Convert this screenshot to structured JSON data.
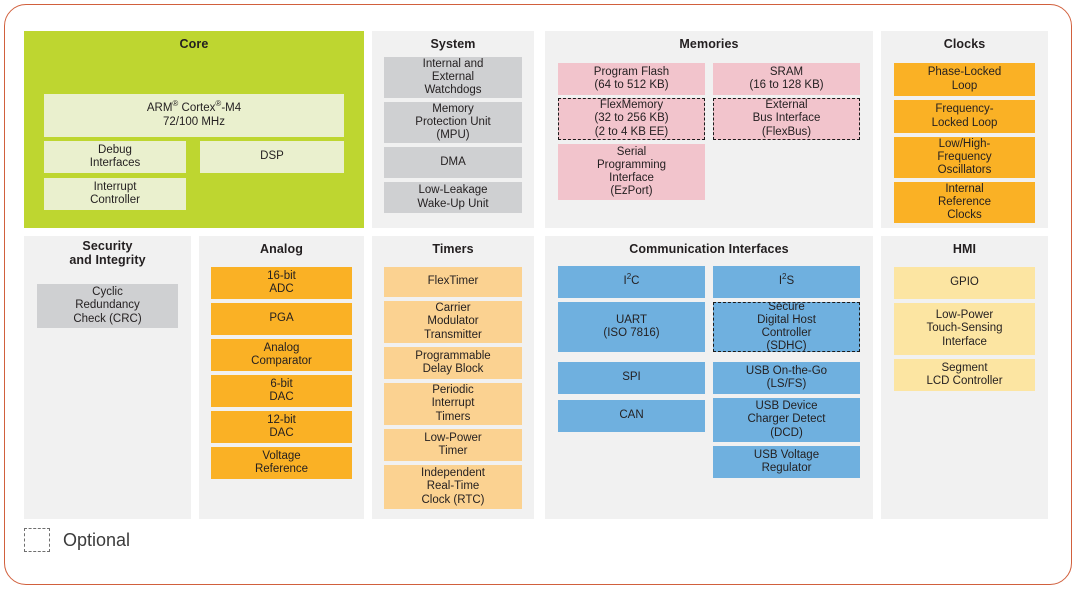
{
  "diagram": {
    "legend": {
      "label": "Optional",
      "swatch": "dashed-square-icon"
    },
    "colors": {
      "frame_border": "#D1603D",
      "panel_bg": "#f1f1f1",
      "core_green": "#BED630",
      "core_block": "#EAF0CE",
      "system_gray": "#CFD0D2",
      "memories_pink": "#F2C4CC",
      "clocks_orange": "#FAB125",
      "analog_orange": "#FAB125",
      "timers_light_orange": "#FBD291",
      "comms_blue": "#6FB0DF",
      "hmi_yellow": "#FCE5A2"
    },
    "panels": [
      {
        "id": "core",
        "title": "Core",
        "blocks": [
          {
            "id": "cortex-m4",
            "text": "ARM® Cortex®-M4\n72/100 MHz",
            "optional": false
          },
          {
            "id": "debug-interfaces",
            "text": "Debug\nInterfaces",
            "optional": false
          },
          {
            "id": "dsp",
            "text": "DSP",
            "optional": false
          },
          {
            "id": "interrupt-controller",
            "text": "Interrupt\nController",
            "optional": false
          }
        ]
      },
      {
        "id": "system",
        "title": "System",
        "blocks": [
          {
            "id": "watchdogs",
            "text": "Internal and\nExternal\nWatchdogs",
            "optional": false
          },
          {
            "id": "mpu",
            "text": "Memory\nProtection Unit\n(MPU)",
            "optional": false
          },
          {
            "id": "dma",
            "text": "DMA",
            "optional": false
          },
          {
            "id": "llwu",
            "text": "Low-Leakage\nWake-Up Unit",
            "optional": false
          }
        ]
      },
      {
        "id": "memories",
        "title": "Memories",
        "blocks": [
          {
            "id": "program-flash",
            "text": "Program Flash\n(64 to 512 KB)",
            "optional": false
          },
          {
            "id": "sram",
            "text": "SRAM\n(16 to 128 KB)",
            "optional": false
          },
          {
            "id": "flexmemory",
            "text": "FlexMemory\n(32 to 256 KB)\n(2 to 4 KB EE)",
            "optional": true
          },
          {
            "id": "external-bus-interface",
            "text": "External\nBus Interface\n(FlexBus)",
            "optional": true
          },
          {
            "id": "ezport",
            "text": "Serial\nProgramming\nInterface\n(EzPort)",
            "optional": false
          }
        ]
      },
      {
        "id": "clocks",
        "title": "Clocks",
        "blocks": [
          {
            "id": "pll",
            "text": "Phase-Locked\nLoop",
            "optional": false
          },
          {
            "id": "fll",
            "text": "Frequency-\nLocked Loop",
            "optional": false
          },
          {
            "id": "oscillators",
            "text": "Low/High-\nFrequency\nOscillators",
            "optional": false
          },
          {
            "id": "internal-reference-clocks",
            "text": "Internal\nReference\nClocks",
            "optional": false
          }
        ]
      },
      {
        "id": "security-and-integrity",
        "title": "Security\nand Integrity",
        "blocks": [
          {
            "id": "crc",
            "text": "Cyclic\nRedundancy\nCheck (CRC)",
            "optional": false
          }
        ]
      },
      {
        "id": "analog",
        "title": "Analog",
        "blocks": [
          {
            "id": "adc-16bit",
            "text": "16-bit\nADC",
            "optional": false
          },
          {
            "id": "pga",
            "text": "PGA",
            "optional": false
          },
          {
            "id": "analog-comparator",
            "text": "Analog\nComparator",
            "optional": false
          },
          {
            "id": "dac-6bit",
            "text": "6-bit\nDAC",
            "optional": false
          },
          {
            "id": "dac-12bit",
            "text": "12-bit\nDAC",
            "optional": false
          },
          {
            "id": "voltage-reference",
            "text": "Voltage\nReference",
            "optional": false
          }
        ]
      },
      {
        "id": "timers",
        "title": "Timers",
        "blocks": [
          {
            "id": "flextimer",
            "text": "FlexTimer",
            "optional": false
          },
          {
            "id": "carrier-modulator-transmitter",
            "text": "Carrier\nModulator\nTransmitter",
            "optional": false
          },
          {
            "id": "programmable-delay-block",
            "text": "Programmable\nDelay Block",
            "optional": false
          },
          {
            "id": "periodic-interrupt-timers",
            "text": "Periodic\nInterrupt\nTimers",
            "optional": false
          },
          {
            "id": "low-power-timer",
            "text": "Low-Power\nTimer",
            "optional": false
          },
          {
            "id": "rtc",
            "text": "Independent\nReal-Time\nClock (RTC)",
            "optional": false
          }
        ]
      },
      {
        "id": "communication-interfaces",
        "title": "Communication Interfaces",
        "blocks": [
          {
            "id": "i2c",
            "text": "I²C",
            "optional": false
          },
          {
            "id": "i2s",
            "text": "I²S",
            "optional": false
          },
          {
            "id": "uart",
            "text": "UART\n(ISO 7816)",
            "optional": false
          },
          {
            "id": "sdhc",
            "text": "Secure\nDigital Host\nController\n(SDHC)",
            "optional": true
          },
          {
            "id": "spi",
            "text": "SPI",
            "optional": false
          },
          {
            "id": "usb-otg",
            "text": "USB On-the-Go\n(LS/FS)",
            "optional": false
          },
          {
            "id": "can",
            "text": "CAN",
            "optional": false
          },
          {
            "id": "usb-dcd",
            "text": "USB Device\nCharger Detect\n(DCD)",
            "optional": false
          },
          {
            "id": "usb-voltage-regulator",
            "text": "USB Voltage\nRegulator",
            "optional": false
          }
        ]
      },
      {
        "id": "hmi",
        "title": "HMI",
        "blocks": [
          {
            "id": "gpio",
            "text": "GPIO",
            "optional": false
          },
          {
            "id": "low-power-touch-sensing-interface",
            "text": "Low-Power\nTouch-Sensing\nInterface",
            "optional": false
          },
          {
            "id": "segment-lcd-controller",
            "text": "Segment\nLCD Controller",
            "optional": false
          }
        ]
      }
    ]
  }
}
